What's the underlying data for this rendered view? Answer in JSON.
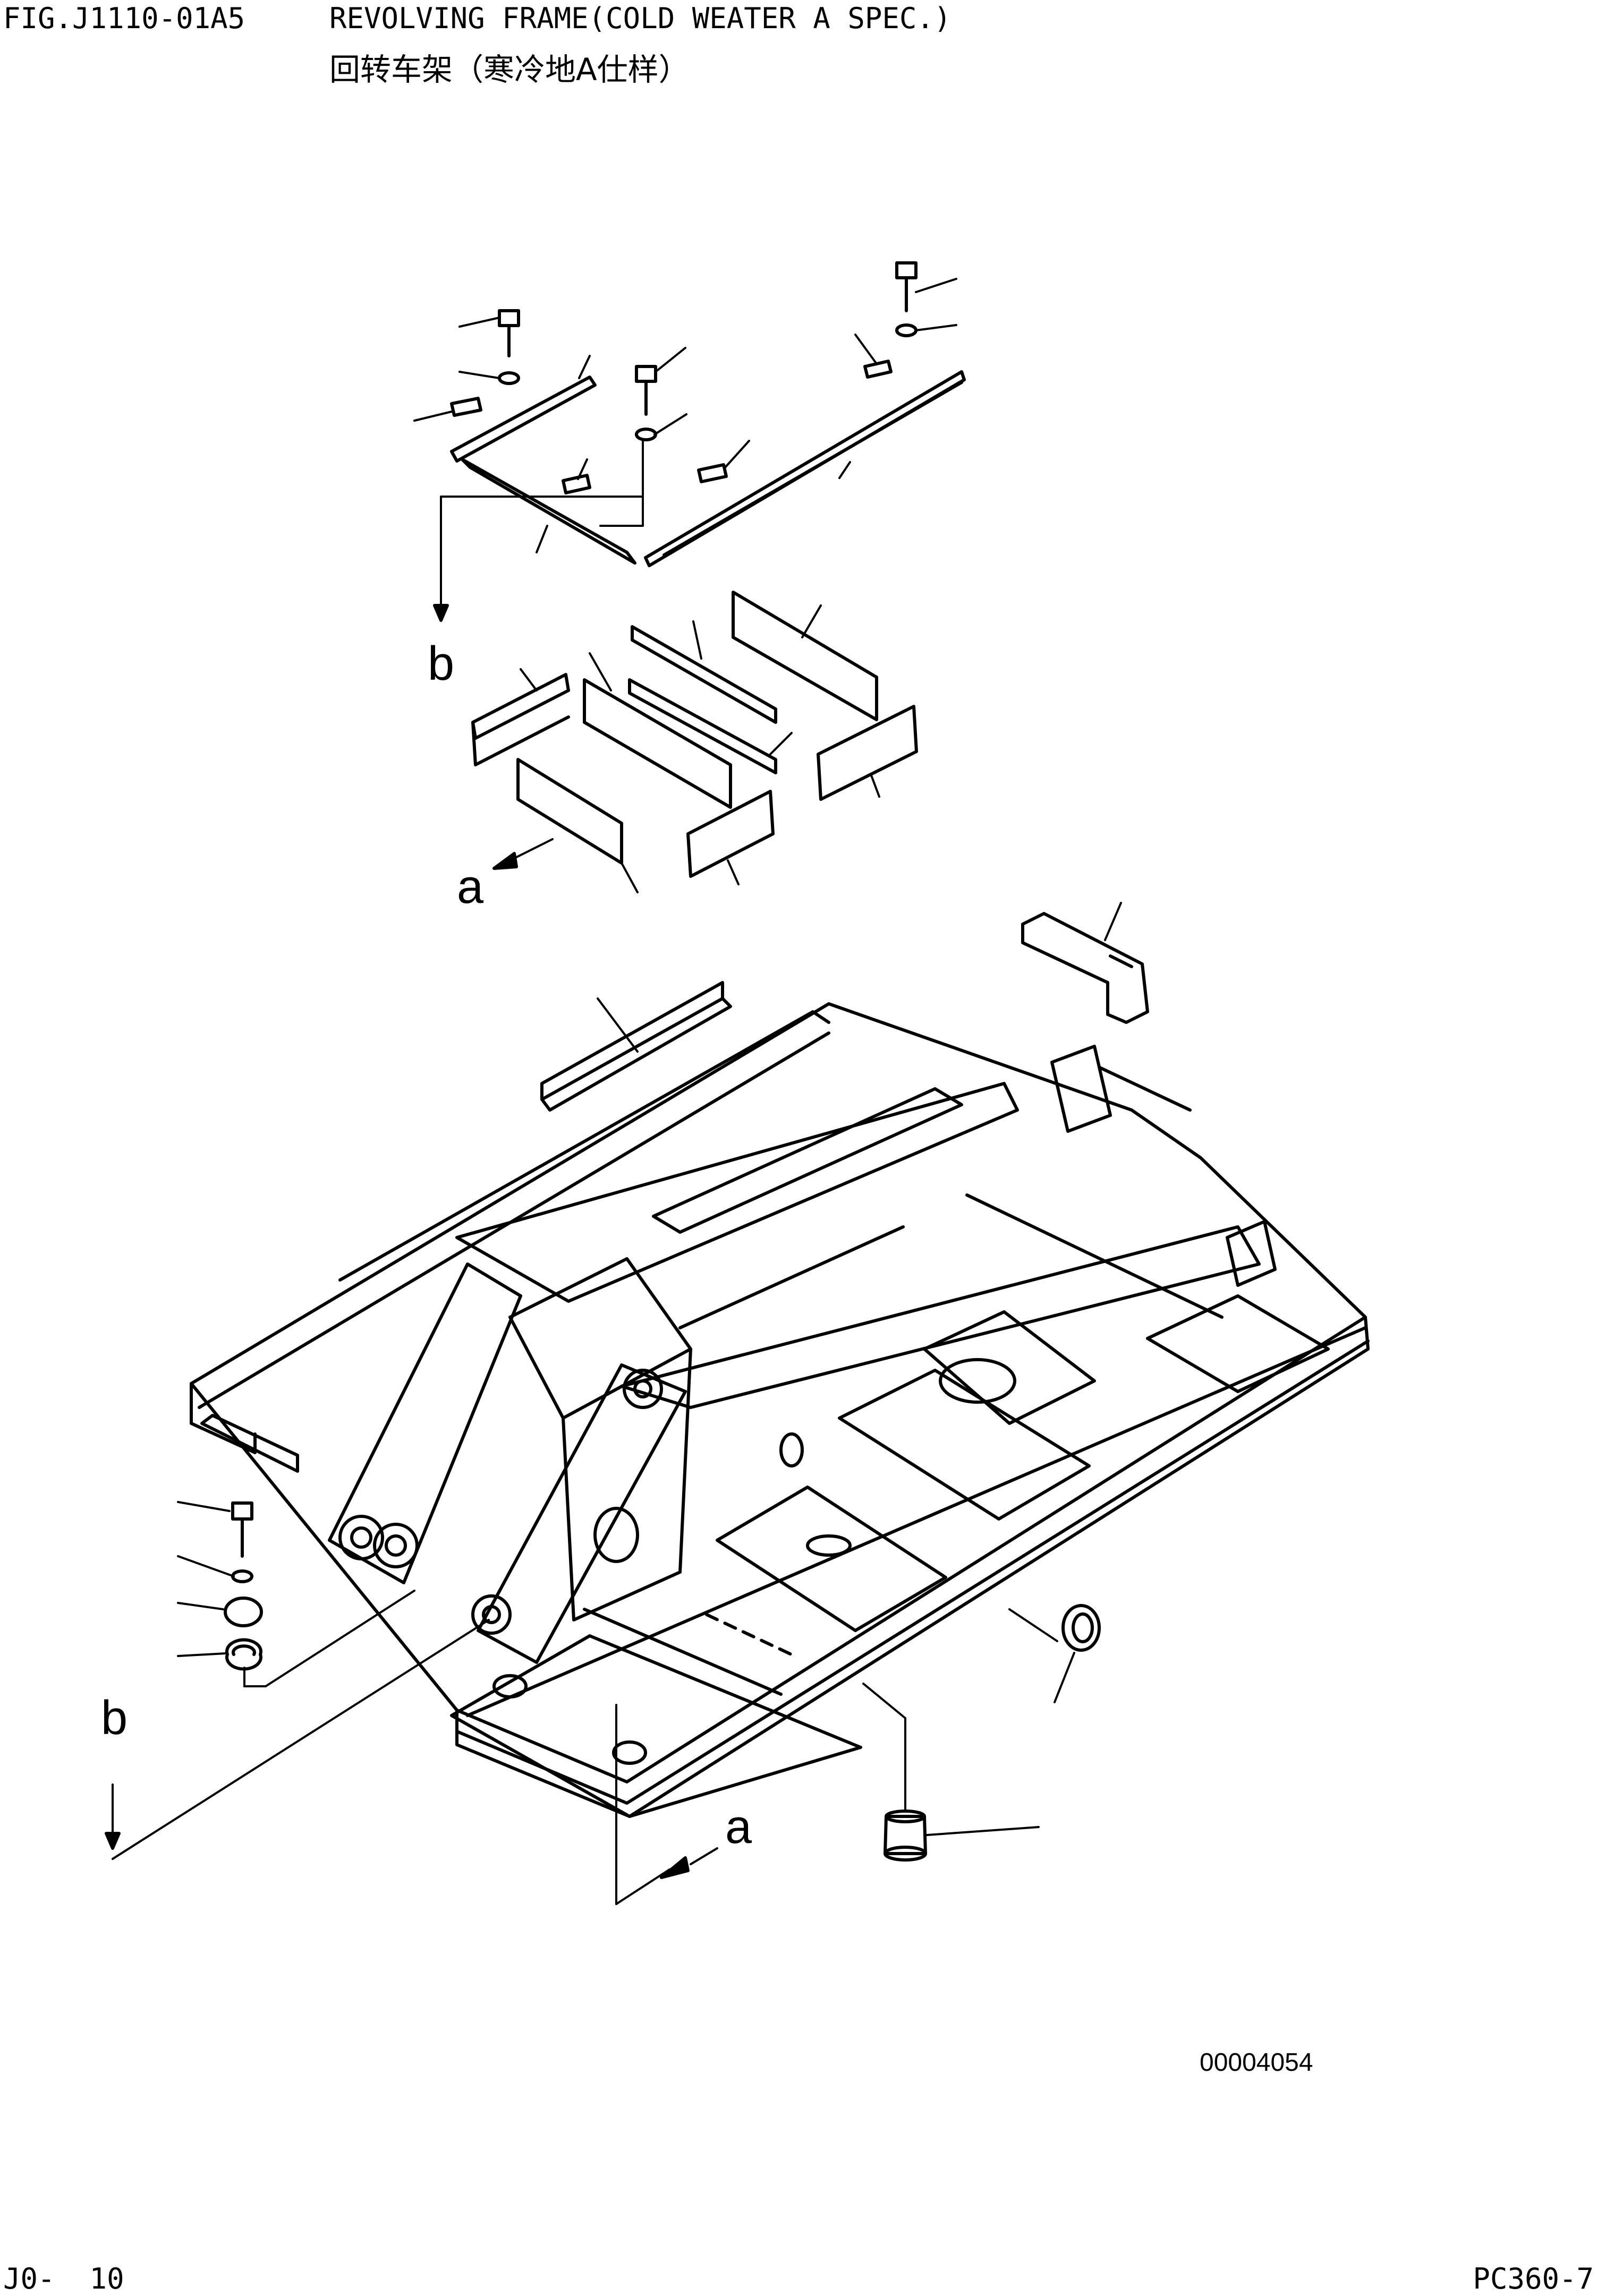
{
  "header": {
    "fig_code": "FIG.J1110-01A5",
    "title_en": "REVOLVING FRAME(COLD WEATER A SPEC.)",
    "title_cn": "回转车架（寒冷地A仕样）"
  },
  "diagram": {
    "ref_a": "a",
    "ref_b": "b"
  },
  "footer": {
    "drawing_number": "00004054",
    "page_left": "J0-  10",
    "page_right": "PC360-7"
  },
  "colors": {
    "ink": "#000000",
    "paper": "#ffffff"
  }
}
